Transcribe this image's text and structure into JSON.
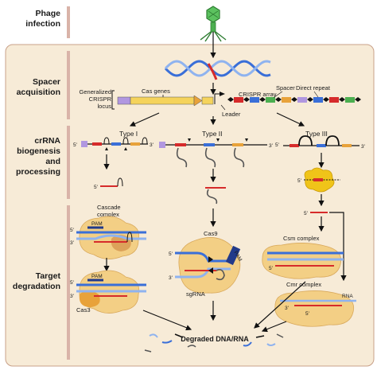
{
  "stages": {
    "phage_infection": [
      "Phage",
      "infection"
    ],
    "spacer_acquisition": [
      "Spacer",
      "acquisition"
    ],
    "crrna_processing": [
      "crRNA",
      "biogenesis",
      "and",
      "processing"
    ],
    "target_degradation": [
      "Target",
      "degradation"
    ]
  },
  "locus": {
    "generalized": [
      "Generalized",
      "CRISPR",
      "locus"
    ],
    "cas_genes": "Cas genes",
    "crispr_array": "CRISPR array",
    "leader": "Leader",
    "spacer": "Spacer",
    "direct_repeat": "Direct repeat"
  },
  "types": {
    "type1": "Type I",
    "type2": "Type II",
    "type3": "Type III"
  },
  "ends": {
    "five": "5'",
    "three": "3'"
  },
  "complexes": {
    "cascade": [
      "Cascade",
      "complex"
    ],
    "cas9": "Cas9",
    "sgrna": "sgRNA",
    "pam": "PAM",
    "cas3": "Cas3",
    "csm": "Csm complex",
    "cmr": "Cmr complex",
    "rna": "RNA"
  },
  "outcome": "Degraded DNA/RNA",
  "colors": {
    "panel": "#f7ebd7",
    "panel_border": "#c8a088",
    "divider": "#d9b3a8",
    "phage": "#4caf50",
    "dna_blue": "#3a6fd8",
    "dna_light": "#8fb3ef",
    "cas_yellow": "#f5d35b",
    "cas_orange": "#e8a23a",
    "red": "#d62b2b",
    "cascade": "#f3cf85",
    "cascade_dark": "#dca25a"
  }
}
